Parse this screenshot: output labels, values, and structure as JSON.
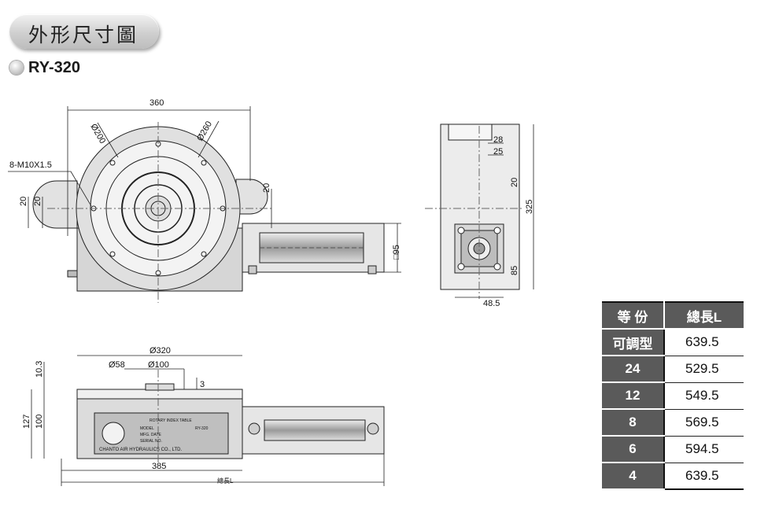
{
  "header": {
    "title": "外形尺寸圖",
    "model": "RY-320"
  },
  "top_view": {
    "width": "360",
    "dia_inner": "Ø200",
    "dia_outer": "Ø260",
    "thread": "8-M10X1.5",
    "dim_20_a": "20",
    "dim_20_b": "20",
    "dim_20_c": "20",
    "cylinder_size": "□95"
  },
  "side_view": {
    "dim_28": "28",
    "dim_25": "25",
    "dim_20": "20",
    "height": "325",
    "dim_85": "85",
    "dim_48_5": "48.5"
  },
  "front_view": {
    "dia_320": "Ø320",
    "dia_58": "Ø58",
    "dia_100": "Ø100",
    "dim_3": "3",
    "dim_10_3": "10.3",
    "height_127": "127",
    "height_100": "100",
    "base_385": "385",
    "total_length": "總長L",
    "plate": {
      "title": "ROTARY INDEX TABLE",
      "model": "MODEL",
      "model_value": "RY-320",
      "date": "MFG. DATE",
      "serial": "SERIAL NO.",
      "company": "CHANTO AIR HYDRAULICS CO., LTD."
    }
  },
  "spec_table": {
    "headers": [
      "等 份",
      "總長L"
    ],
    "rows": [
      {
        "division": "可調型",
        "length": "639.5"
      },
      {
        "division": "24",
        "length": "529.5"
      },
      {
        "division": "12",
        "length": "549.5"
      },
      {
        "division": "8",
        "length": "569.5"
      },
      {
        "division": "6",
        "length": "594.5"
      },
      {
        "division": "4",
        "length": "639.5"
      }
    ]
  }
}
